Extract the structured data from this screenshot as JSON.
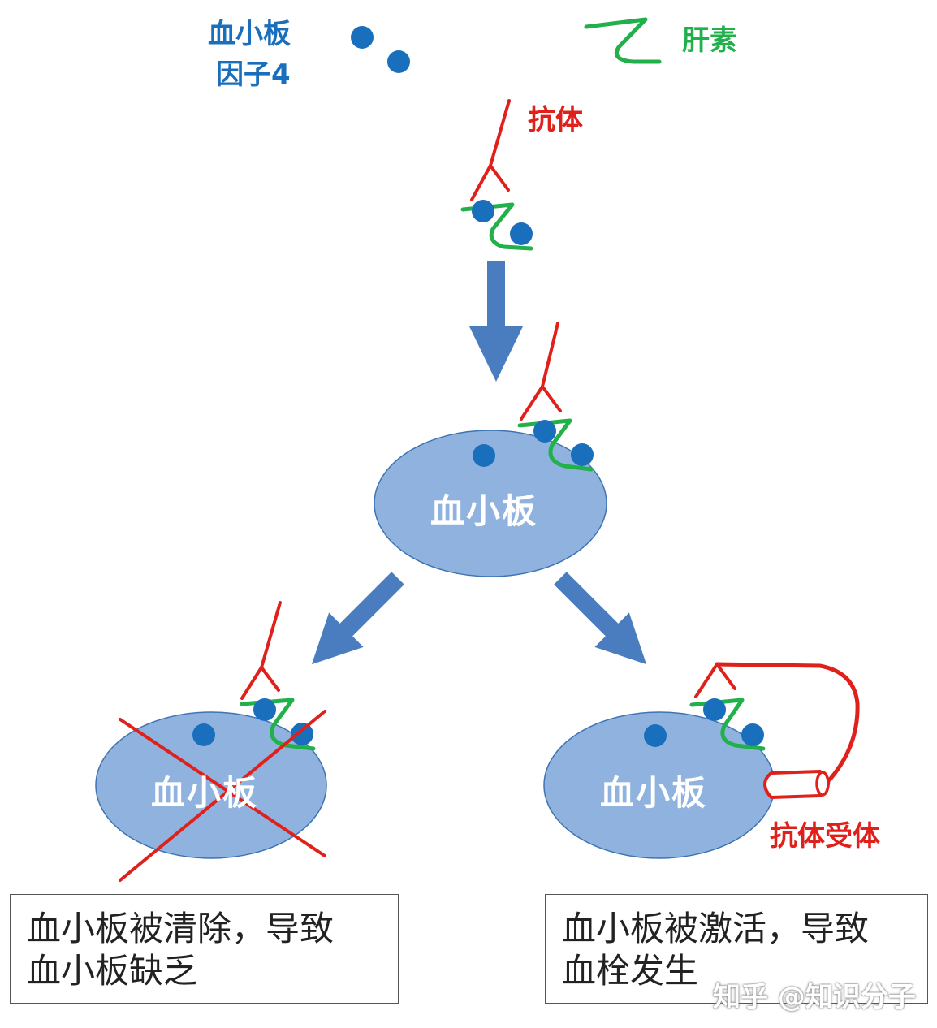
{
  "legend": {
    "pf4_line1": "血小板",
    "pf4_line2": "因子4",
    "heparin": "肝素",
    "antibody": "抗体"
  },
  "platelets": {
    "center": "血小板",
    "left": "血小板",
    "right": "血小板"
  },
  "labels": {
    "receptor": "抗体受体"
  },
  "outcomes": {
    "left_line1": "血小板被清除，导致",
    "left_line2": "血小板缺乏",
    "right_line1": "血小板被激活，导致",
    "right_line2": "血栓发生"
  },
  "watermark": "知乎 @知识分子",
  "colors": {
    "pf4_dot": "#1a6fbd",
    "heparin": "#22b04b",
    "antibody": "#e0201b",
    "platelet_fill": "#8fb3de",
    "platelet_stroke": "#3f73b3",
    "arrow": "#4a7dbf"
  }
}
